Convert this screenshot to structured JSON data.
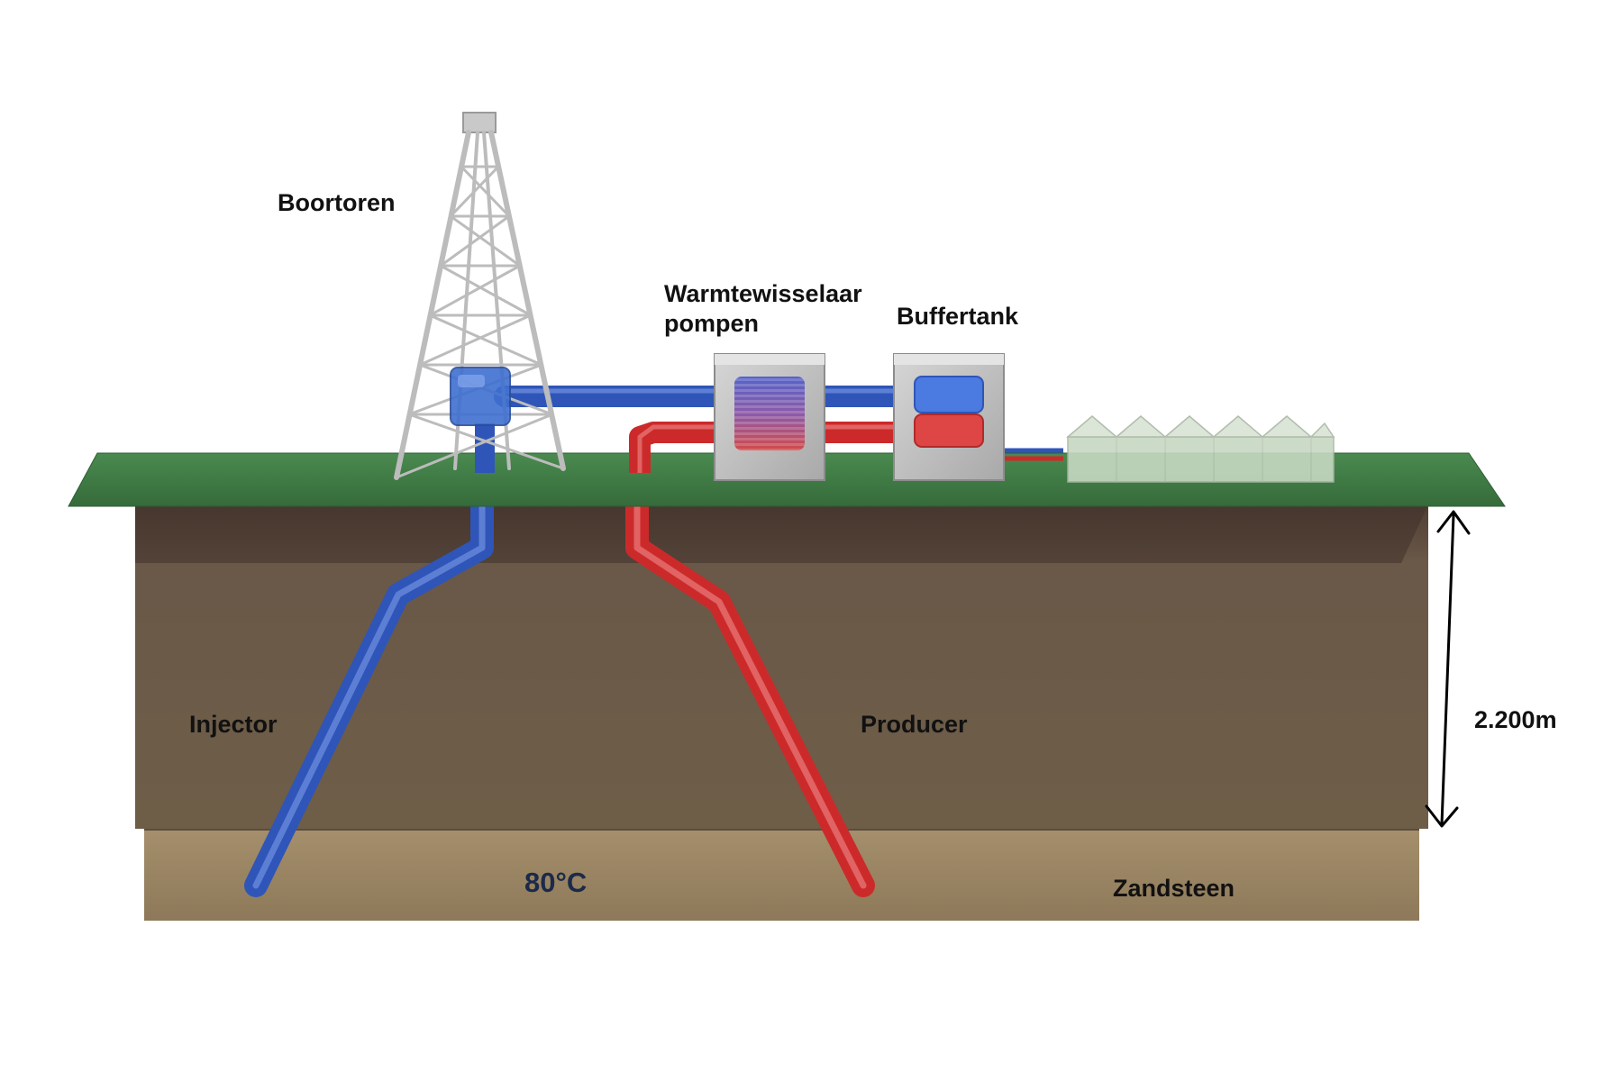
{
  "labels": {
    "derrick": "Boortoren",
    "heat_exchanger_line1": "Warmtewisselaar",
    "heat_exchanger_line2": "pompen",
    "buffer_tank": "Buffertank",
    "injector": "Injector",
    "producer": "Producer",
    "depth": "2.200m",
    "reservoir_temperature": "80°C",
    "sandstone": "Zandsteen"
  },
  "colors": {
    "cold_pipe": "#2f55b8",
    "hot_pipe": "#cc2a2a",
    "surface": "#3f7d45",
    "soil": "#6c5a45",
    "sandstone": "#9c8866",
    "temperature_text": "#1c2a4a"
  }
}
